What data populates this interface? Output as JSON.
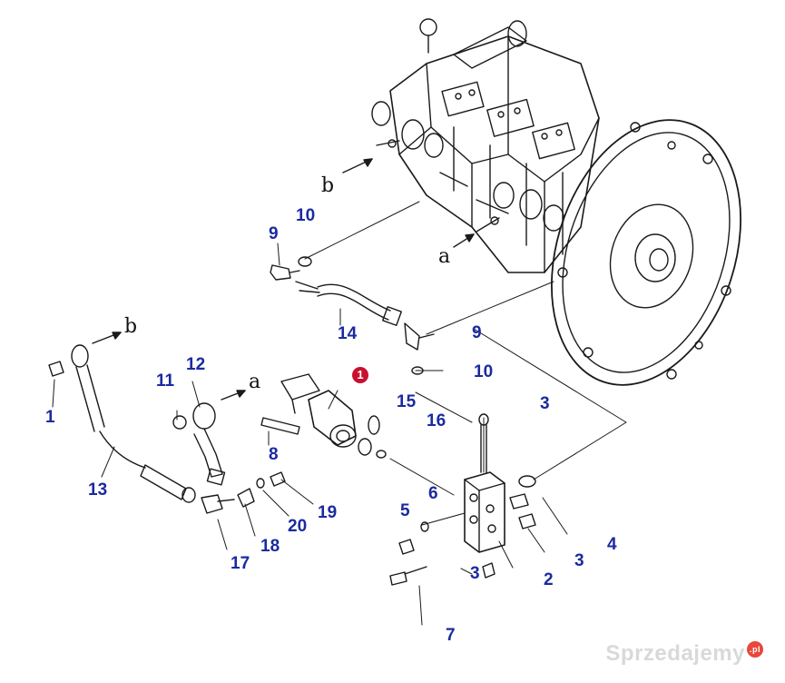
{
  "refs": {
    "r1": "1",
    "r2": "2",
    "r3a": "3",
    "r3b": "3",
    "r3c": "3",
    "r4": "4",
    "r5": "5",
    "r6": "6",
    "r7": "7",
    "r8": "8",
    "r9a": "9",
    "r9b": "9",
    "r10a": "10",
    "r10b": "10",
    "r11": "11",
    "r12": "12",
    "r13": "13",
    "r14": "14",
    "r15": "15",
    "r16": "16",
    "r17": "17",
    "r18": "18",
    "r19": "19",
    "r20": "20"
  },
  "letters": {
    "a1": "a",
    "a2": "a",
    "b1": "b",
    "b2": "b"
  },
  "badge": "1",
  "watermark": {
    "text": "Sprzedajemy",
    "suffix": ".pl"
  },
  "colors": {
    "ref": "#1a2aa0",
    "badge": "#c8102e",
    "line": "#1a1a1a"
  }
}
